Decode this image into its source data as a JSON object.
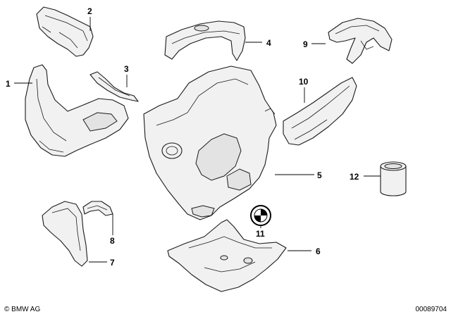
{
  "callouts": [
    "1",
    "2",
    "3",
    "4",
    "5",
    "6",
    "7",
    "8",
    "9",
    "10",
    "11",
    "12"
  ],
  "footer": {
    "copyright": "© BMW AG",
    "drawing_number": "00089704"
  }
}
